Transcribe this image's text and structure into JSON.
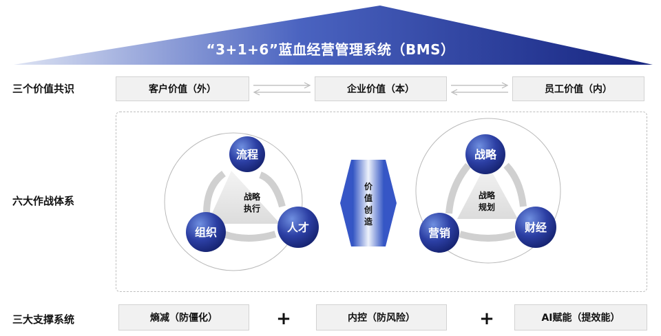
{
  "title": "“3+1+6”蓝血经营管理系统（BMS）",
  "rows": {
    "values_label": "三个价值共识",
    "system_label": "六大作战体系",
    "support_label": "三大支撑系统"
  },
  "values": [
    "客户价值（外）",
    "企业价值（本）",
    "员工价值（内）"
  ],
  "left_cycle": {
    "center": [
      "战略",
      "执行"
    ],
    "nodes": [
      "流程",
      "组织",
      "人才"
    ]
  },
  "right_cycle": {
    "center": [
      "战略",
      "规划"
    ],
    "nodes": [
      "战略",
      "营销",
      "财经"
    ]
  },
  "middle_arrow": [
    "价",
    "值",
    "创",
    "造"
  ],
  "support": [
    "熵减（防僵化）",
    "内控（防风险）",
    "AI赋能（提效能）"
  ],
  "plus_sign": "+",
  "colors": {
    "roof_dark": "#1c2a8a",
    "roof_light": "#cfd6ee",
    "bubble_dark": "#1a2a86",
    "bubble_light": "#5f7fd2",
    "box_fill": "#f1f1f1"
  }
}
